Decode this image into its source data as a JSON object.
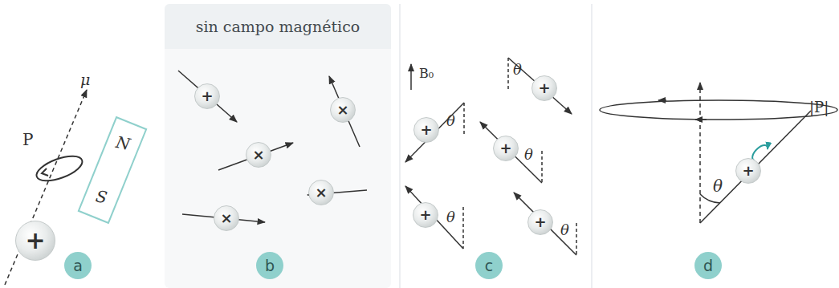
{
  "diagram": {
    "nodes": [
      {
        "text": [
          "+"
        ]
      },
      {
        "text": [
          "N",
          "S"
        ]
      },
      {
        "text": [
          "sin campo magnético"
        ]
      },
      {
        "text": [
          "+"
        ]
      },
      {
        "text": [
          "×"
        ]
      },
      {
        "text": [
          "×"
        ]
      },
      {
        "text": [
          "×"
        ]
      },
      {
        "text": [
          "×"
        ]
      },
      {
        "text": [
          "+"
        ]
      },
      {
        "text": [
          "+"
        ]
      },
      {
        "text": [
          "+"
        ]
      },
      {
        "text": [
          "+"
        ]
      },
      {
        "text": [
          "+"
        ]
      },
      {
        "text": [
          "+"
        ]
      },
      {
        "text": [
          "a"
        ]
      },
      {
        "text": [
          "b"
        ]
      },
      {
        "text": [
          "c"
        ]
      },
      {
        "text": [
          "d"
        ]
      }
    ],
    "labels": [
      "P",
      "μ",
      "B₀",
      "θ",
      "θ",
      "θ",
      "θ",
      "θ",
      "θ",
      "|P|"
    ]
  }
}
